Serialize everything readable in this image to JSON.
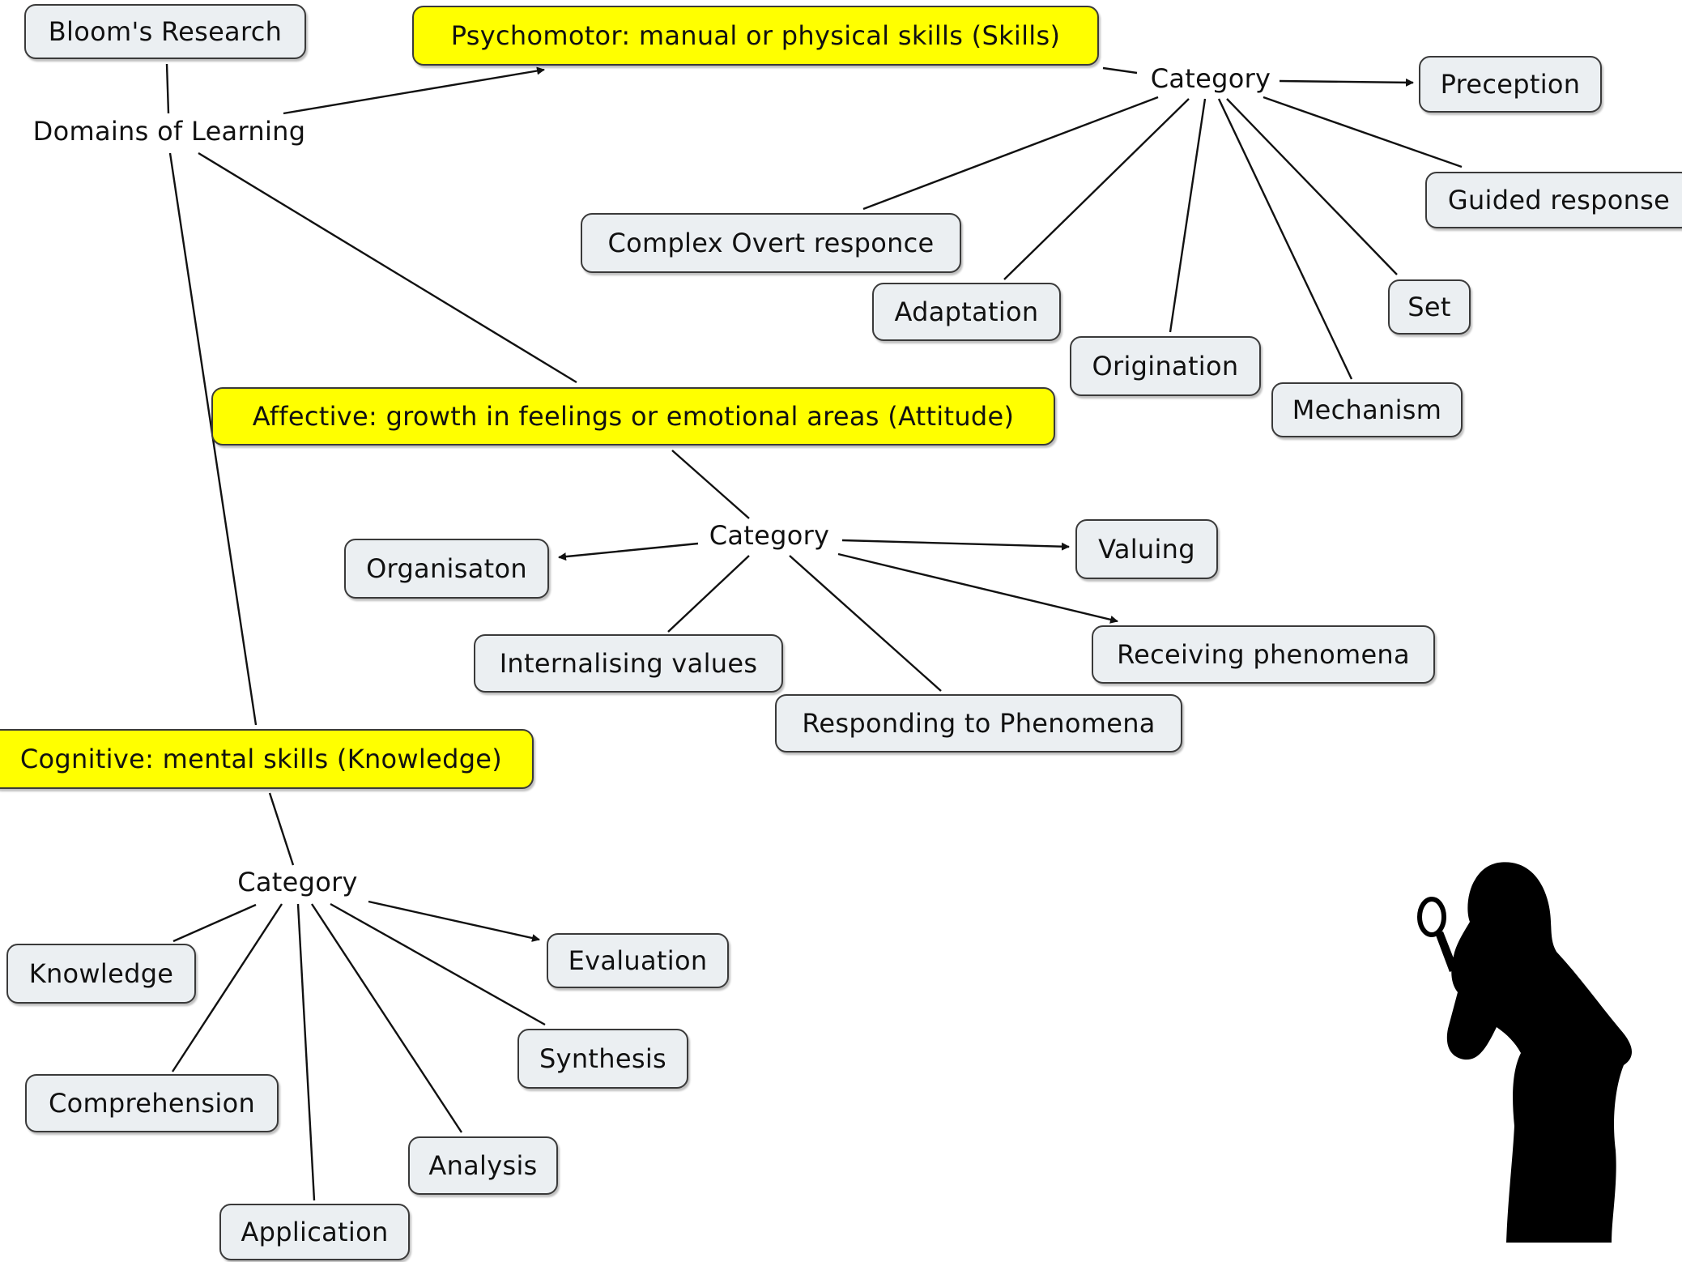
{
  "root": "Bloom's Research",
  "hub": "Domains of Learning",
  "domains": {
    "psychomotor": {
      "title": "Psychomotor: manual or physical skills (Skills)",
      "category": "Category",
      "items": [
        "Preception",
        "Guided response",
        "Set",
        "Mechanism",
        "Origination",
        "Adaptation",
        "Complex Overt responce"
      ]
    },
    "affective": {
      "title": "Affective: growth in feelings or emotional areas (Attitude)",
      "category": "Category",
      "items": [
        "Organisaton",
        "Valuing",
        "Receiving phenomena",
        "Responding to Phenomena",
        "Internalising values"
      ]
    },
    "cognitive": {
      "title": "Cognitive: mental skills (Knowledge)",
      "category": "Category",
      "items": [
        "Knowledge",
        "Comprehension",
        "Application",
        "Analysis",
        "Synthesis",
        "Evaluation"
      ]
    }
  },
  "illustration": "silhouette-with-magnifying-glass",
  "colors": {
    "highlight": "#ffff00",
    "node_fill": "#ebeff2",
    "stroke": "#111111"
  }
}
